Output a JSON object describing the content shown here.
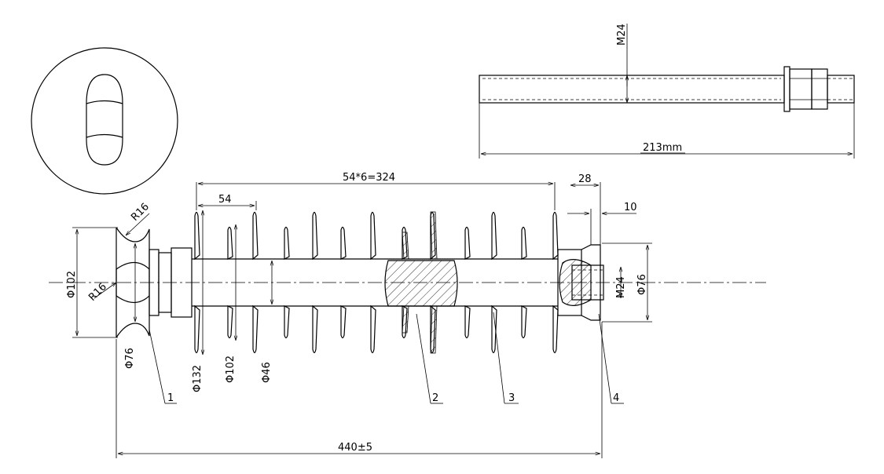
{
  "drawing": {
    "dimensions": {
      "overall_length": "440±5",
      "shed_pitch": "54*6=324",
      "shed_spacing": "54",
      "end_length": "28",
      "thread_length": "10",
      "rod_length": "213mm"
    },
    "diameters": {
      "clevis": "Φ102",
      "clevis_neck": "Φ76",
      "large_shed": "Φ132",
      "small_shed": "Φ102",
      "core": "Φ46",
      "end_fitting": "Φ76"
    },
    "radii": {
      "top": "R16",
      "inner": "R16"
    },
    "threads": {
      "rod": "M24",
      "end": "M24"
    },
    "part_labels": [
      "1",
      "2",
      "3",
      "4"
    ]
  }
}
